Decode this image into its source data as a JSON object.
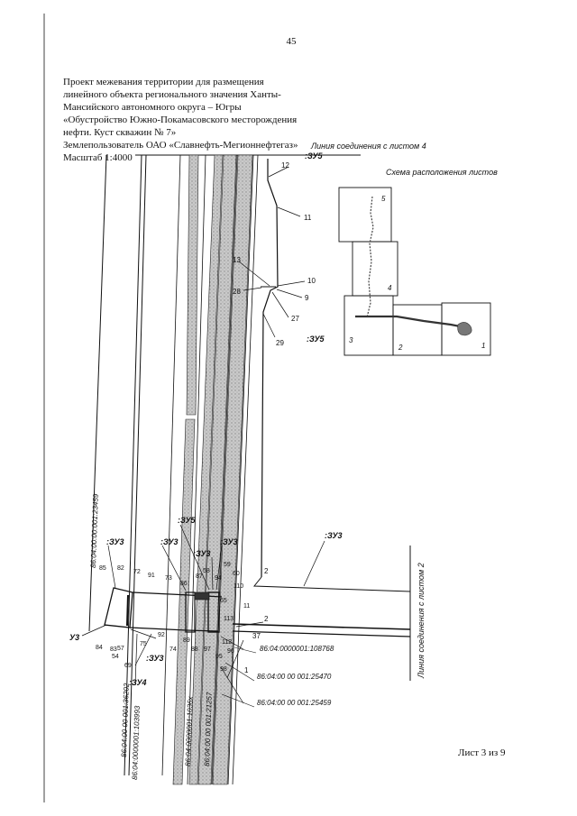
{
  "page_number": "45",
  "header": {
    "lines": [
      "Проект межевания территории для размещения",
      "линейного объекта регионального значения Ханты-",
      "Мансийского автономного округа – Югры",
      "«Обустройство Южно-Покамасовского месторождения",
      "нефти. Куст скважин № 7»",
      "Землепользователь  ОАО «Славнефть-Мегионнефтегаз»",
      "Масштаб 1:4000"
    ]
  },
  "labels": {
    "link_sheet4": "Линия соединения с листом 4",
    "link_sheet2": "Линия соединения с листом 2",
    "scheme_title": "Схема расположения листов"
  },
  "scheme_sheets": [
    "5",
    "4",
    "3",
    "2",
    "1"
  ],
  "plot_codes": {
    "zu5": ":ЗУ5",
    "zu3": ":ЗУ3",
    "zu4": ":ЗУ4",
    "zu3_cut": "У3"
  },
  "cadastral": {
    "c23459": "86:04:00:00:001:23459",
    "c36202": "86:04:00 00 001:36202",
    "c103993": "86:04:0000001:103993",
    "c1036x": "86:04:0000001:1036х",
    "c21257": "86:04:00 00 001:21257",
    "c108768": "86:04:0000001:108768",
    "c25470": "86:04:00 00 001:25470",
    "c25459": "86:04:00 00 001:25459"
  },
  "points": {
    "top": [
      "12",
      "11",
      "13",
      "10",
      "28",
      "9",
      "27",
      "29"
    ],
    "right": [
      "2",
      "2",
      "37",
      "1"
    ],
    "cluster": [
      "85",
      "82",
      "72",
      "91",
      "84",
      "83",
      "57",
      "54",
      "69",
      "75",
      "92",
      "73",
      "74",
      "88",
      "89",
      "86",
      "87",
      "58",
      "59",
      "60",
      "110",
      "65",
      "11",
      "113",
      "112",
      "97",
      "95",
      "96",
      "98",
      "94"
    ]
  },
  "footer": {
    "sheet": "Лист 3 из 9"
  }
}
